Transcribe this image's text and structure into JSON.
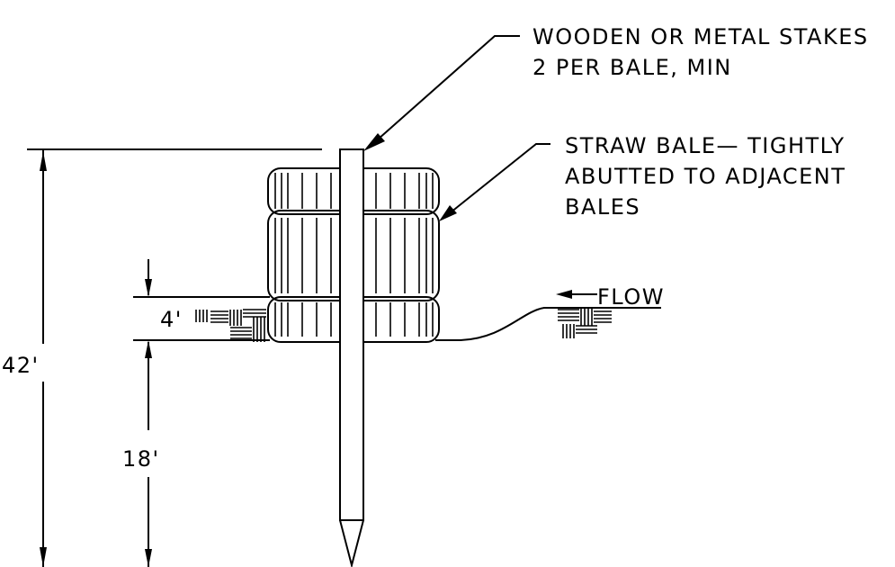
{
  "labels": {
    "stakes_line1": "WOODEN OR METAL STAKES",
    "stakes_line2": "2 PER BALE, MIN",
    "bale_line1": "STRAW BALE— TIGHTLY",
    "bale_line2": "ABUTTED TO ADJACENT",
    "bale_line3": "BALES",
    "flow": "FLOW"
  },
  "dimensions": {
    "total_height": "42'",
    "embedment_depth": "4'",
    "stake_below_ground": "18'"
  }
}
